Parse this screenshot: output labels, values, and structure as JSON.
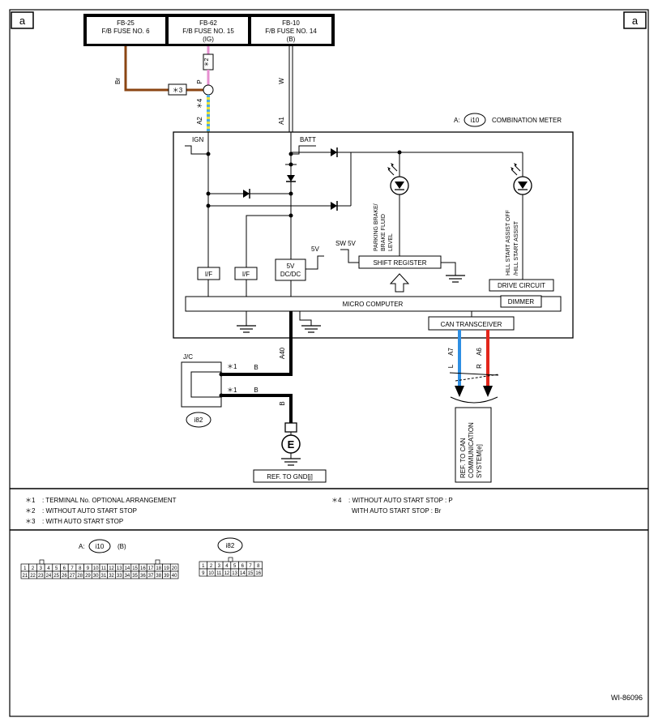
{
  "corner": {
    "left": "a",
    "right": "a"
  },
  "fuses": [
    {
      "code": "FB-25",
      "name": "F/B FUSE NO. 6",
      "sub": ""
    },
    {
      "code": "FB-62",
      "name": "F/B FUSE NO. 15",
      "sub": "(IG)"
    },
    {
      "code": "FB-10",
      "name": "F/B FUSE NO. 14",
      "sub": "(B)"
    }
  ],
  "wires": {
    "br": "Br",
    "p": "P",
    "w": "W",
    "star2": "＊2",
    "star3": "＊3",
    "star4": "＊4",
    "a2": "A2",
    "a1": "A1",
    "a40": "A40",
    "a7": "A7",
    "a6": "A6",
    "l": "L",
    "r": "R",
    "b1": "B",
    "b2": "B",
    "b3": "B",
    "star1a": "＊1",
    "star1b": "＊1"
  },
  "meter": {
    "connector_prefix": "A:",
    "connector": "i10",
    "name": "COMBINATION METER",
    "ign": "IGN",
    "batt": "BATT",
    "if1": "I/F",
    "if2": "I/F",
    "dcdc1": "5V",
    "dcdc2": "DC/DC",
    "v5": "5V",
    "sw5v": "SW 5V",
    "shift_register": "SHIFT REGISTER",
    "micro_computer": "MICRO COMPUTER",
    "drive_circuit": "DRIVE CIRCUIT",
    "dimmer": "DIMMER",
    "can_transceiver": "CAN TRANSCEIVER",
    "lamp1": [
      "PARKING BRAKE/",
      "BRAKE FLUID",
      "LEVEL"
    ],
    "lamp2": [
      "HILL START ASSIST OFF",
      "/HILL START ASSIST"
    ]
  },
  "jc": {
    "label": "J/C",
    "connector": "i82"
  },
  "ground_ref": "REF. TO GND[j]",
  "can_ref": [
    "REF. TO CAN",
    "COMMUNICATION",
    "SYSTEM[e]"
  ],
  "notes": [
    {
      "mark": "＊1",
      "text": ": TERMINAL No. OPTIONAL ARRANGEMENT"
    },
    {
      "mark": "＊2",
      "text": ": WITHOUT AUTO START STOP"
    },
    {
      "mark": "＊3",
      "text": ": WITH AUTO START STOP"
    },
    {
      "mark": "＊4",
      "text": ": WITHOUT AUTO START STOP  : P"
    },
    {
      "mark": "",
      "text": "WITH AUTO START STOP  : Br"
    }
  ],
  "connector_views": {
    "i10_prefix": "A:",
    "i10": "i10",
    "i10_sub": "(B)",
    "i10_top": [
      "1",
      "2",
      "3",
      "4",
      "5",
      "6",
      "7",
      "8",
      "9",
      "10",
      "11",
      "12",
      "13",
      "14",
      "15",
      "16",
      "17",
      "18",
      "19",
      "20"
    ],
    "i10_bottom": [
      "21",
      "22",
      "23",
      "24",
      "25",
      "26",
      "27",
      "28",
      "29",
      "30",
      "31",
      "32",
      "33",
      "34",
      "35",
      "36",
      "37",
      "38",
      "39",
      "40"
    ],
    "i82": "i82",
    "i82_top": [
      "1",
      "2",
      "3",
      "4",
      "5",
      "6",
      "7",
      "8"
    ],
    "i82_bottom": [
      "9",
      "10",
      "11",
      "12",
      "13",
      "14",
      "15",
      "16"
    ]
  },
  "colors": {
    "brown": "#8B4513",
    "pink": "#E68FD0",
    "stripe_yellow": "#E8E03A",
    "stripe_blue": "#4FA9E0",
    "can_high": "#E3261B",
    "can_low": "#2E8FE3"
  },
  "figure_id": "WI-86096"
}
